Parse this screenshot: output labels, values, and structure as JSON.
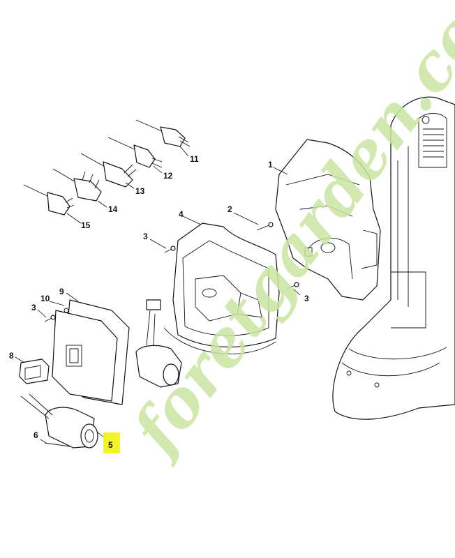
{
  "callouts": {
    "c1": "1",
    "c2": "2",
    "c3a": "3",
    "c3b": "3",
    "c3c": "3",
    "c4": "4",
    "c5": "5",
    "c6": "6",
    "c8": "8",
    "c9": "9",
    "c10": "10",
    "c11": "11",
    "c12": "12",
    "c13": "13",
    "c14": "14",
    "c15": "15"
  },
  "highlight": {
    "callout": "5",
    "color": "#f3f32a"
  },
  "watermark": {
    "text": "foretgarden.com",
    "color_green": "#c9e4a0",
    "color_tan": "#ddd0b4"
  },
  "line_color": "#111111"
}
